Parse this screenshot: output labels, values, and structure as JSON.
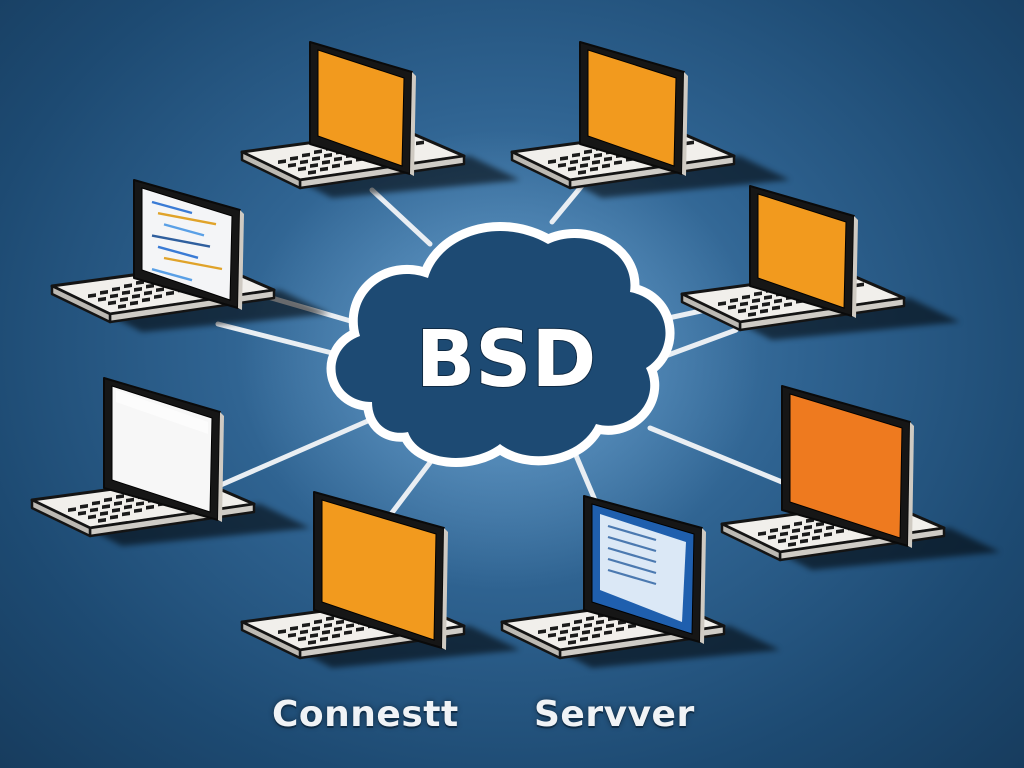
{
  "diagram": {
    "hub": {
      "label": "BSD",
      "fill": "#1d4a73",
      "outline": "#ffffff"
    },
    "captions": {
      "left": "Connestt",
      "right": "Servver"
    },
    "nodes": [
      {
        "id": "top-left",
        "screen": "orange"
      },
      {
        "id": "top-right",
        "screen": "orange"
      },
      {
        "id": "right-upper",
        "screen": "orange"
      },
      {
        "id": "right-lower",
        "screen": "orange-red"
      },
      {
        "id": "bottom-right",
        "screen": "blue-window"
      },
      {
        "id": "bottom-left",
        "screen": "orange"
      },
      {
        "id": "left-lower",
        "screen": "white"
      },
      {
        "id": "left-upper",
        "screen": "code"
      }
    ],
    "colors": {
      "orange": "#f29a1e",
      "orange-red": "#ee7a1f",
      "white": "#f7f7f7",
      "code": "#f4f5f7",
      "blue-window": "#1f5fae",
      "connector": "#e9eef3",
      "laptop_body": "#eceae6",
      "laptop_outline": "#141414"
    }
  }
}
